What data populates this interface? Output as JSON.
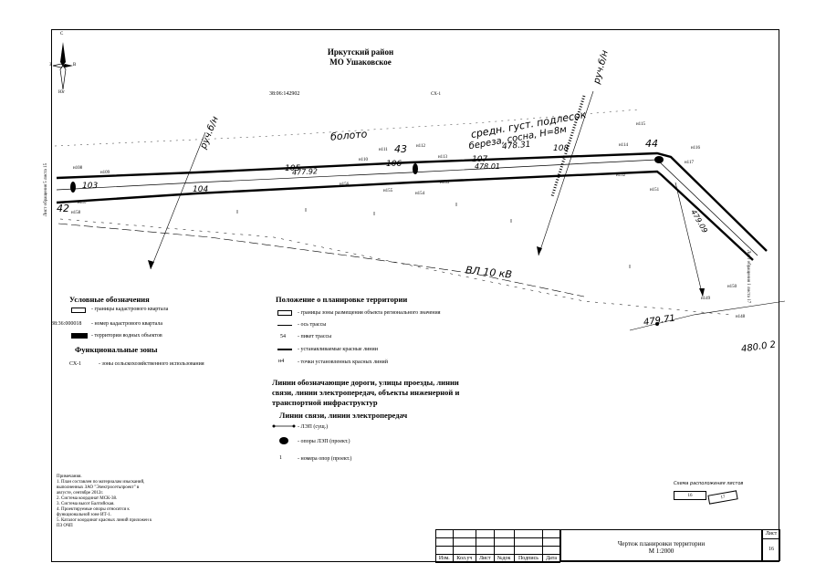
{
  "header": {
    "region": "Иркутский район",
    "municipality": "МО Ушаковское",
    "cadastral_block": "38:06:142902",
    "zone_label": "СХ-1"
  },
  "compass": {
    "north": "С",
    "south": "Юг",
    "west": "З",
    "east": "В"
  },
  "map_labels": {
    "stream_left": "руч.б/н",
    "stream_right": "руч.б/н",
    "swamp": "болото",
    "forest": "средн. густ. подлесок",
    "forest_2": "береза, сосна, Н=8м",
    "power_line": "ВЛ 10 кВ",
    "elev_1": "479.71",
    "elev_2": "480.0 2",
    "elev_3": "478.31",
    "elev_4": "477.92",
    "elev_5": "478.01",
    "elev_6": "479.09",
    "num_43": "43",
    "num_44": "44",
    "num_42": "42",
    "edge_left": "Лист обращения 5 листа 15",
    "edge_right": "Лист обращения 1 листа 17"
  },
  "pickets": [
    "103",
    "104",
    "105",
    "106",
    "107",
    "108"
  ],
  "points": [
    "н108",
    "н109",
    "н110",
    "н111",
    "н112",
    "н113",
    "н114",
    "н115",
    "н116",
    "н117",
    "н148",
    "н149",
    "н150",
    "н151",
    "н152",
    "н153",
    "н154",
    "н155",
    "н156",
    "н157",
    "н158"
  ],
  "legend": {
    "title": "Условные обозначения",
    "cadastral_border": "- границы кадастрового квартала",
    "cadastral_number_code": "38:36:000018",
    "cadastral_number": "- номер кадастрового квартала",
    "water": "- территории водных объектов",
    "func_zones_title": "Функциональные зоны",
    "zone_code": "СХ-1",
    "zone_desc": "- зоны сельскохозяйственного использования"
  },
  "planning": {
    "title": "Положение о планировке территории",
    "zone_border": "- границы зоны размещения объекта регионального значения",
    "route_axis": "- ось трассы",
    "picket_num": "54",
    "picket_desc": "- пикет трассы",
    "red_lines": "- устанавливаемые красные линии",
    "red_point_num": "н4",
    "red_points": "- точки установленных красных линий",
    "roads_title": "Линии обозначающие дороги, улицы проезды, линии связи, линии электропередач, объекты инженерной и транспортной инфраструктур",
    "power_title": "Линии связи, линии электропередач",
    "lep_exist": "- ЛЭП (сущ.)",
    "lep_supports": "- опоры ЛЭП (проект.)",
    "support_num_mark": "1",
    "support_nums": "- номера опор (проект.)"
  },
  "notes": {
    "title": "Примечания.",
    "lines": [
      "1. План составлен по материалам изысканий,",
      "выполненных ЗАО \"Электросетьпроект\" в",
      "августе, сентябре 2012г.",
      "2. Система координат МСК-38.",
      "3. Система высот Балтийская.",
      "4. Проектируемые опоры относятся к",
      "функциональной зоне ИТ-1.",
      "5. Каталог координат красных линий приложен к",
      "ПЗ ОЧП"
    ]
  },
  "layout_scheme": {
    "title": "Схема расположения листов",
    "sheet_a": "16",
    "sheet_b": "17"
  },
  "stamp": {
    "cols": [
      "Изм.",
      "Кол.уч",
      "Лист",
      "№док",
      "Подпись",
      "Дата"
    ],
    "title": "Чертеж планировки территории",
    "scale": "М 1:2000",
    "sheet_label": "Лист",
    "sheet_num": "16"
  },
  "colors": {
    "ink": "#000000",
    "paper": "#ffffff"
  }
}
